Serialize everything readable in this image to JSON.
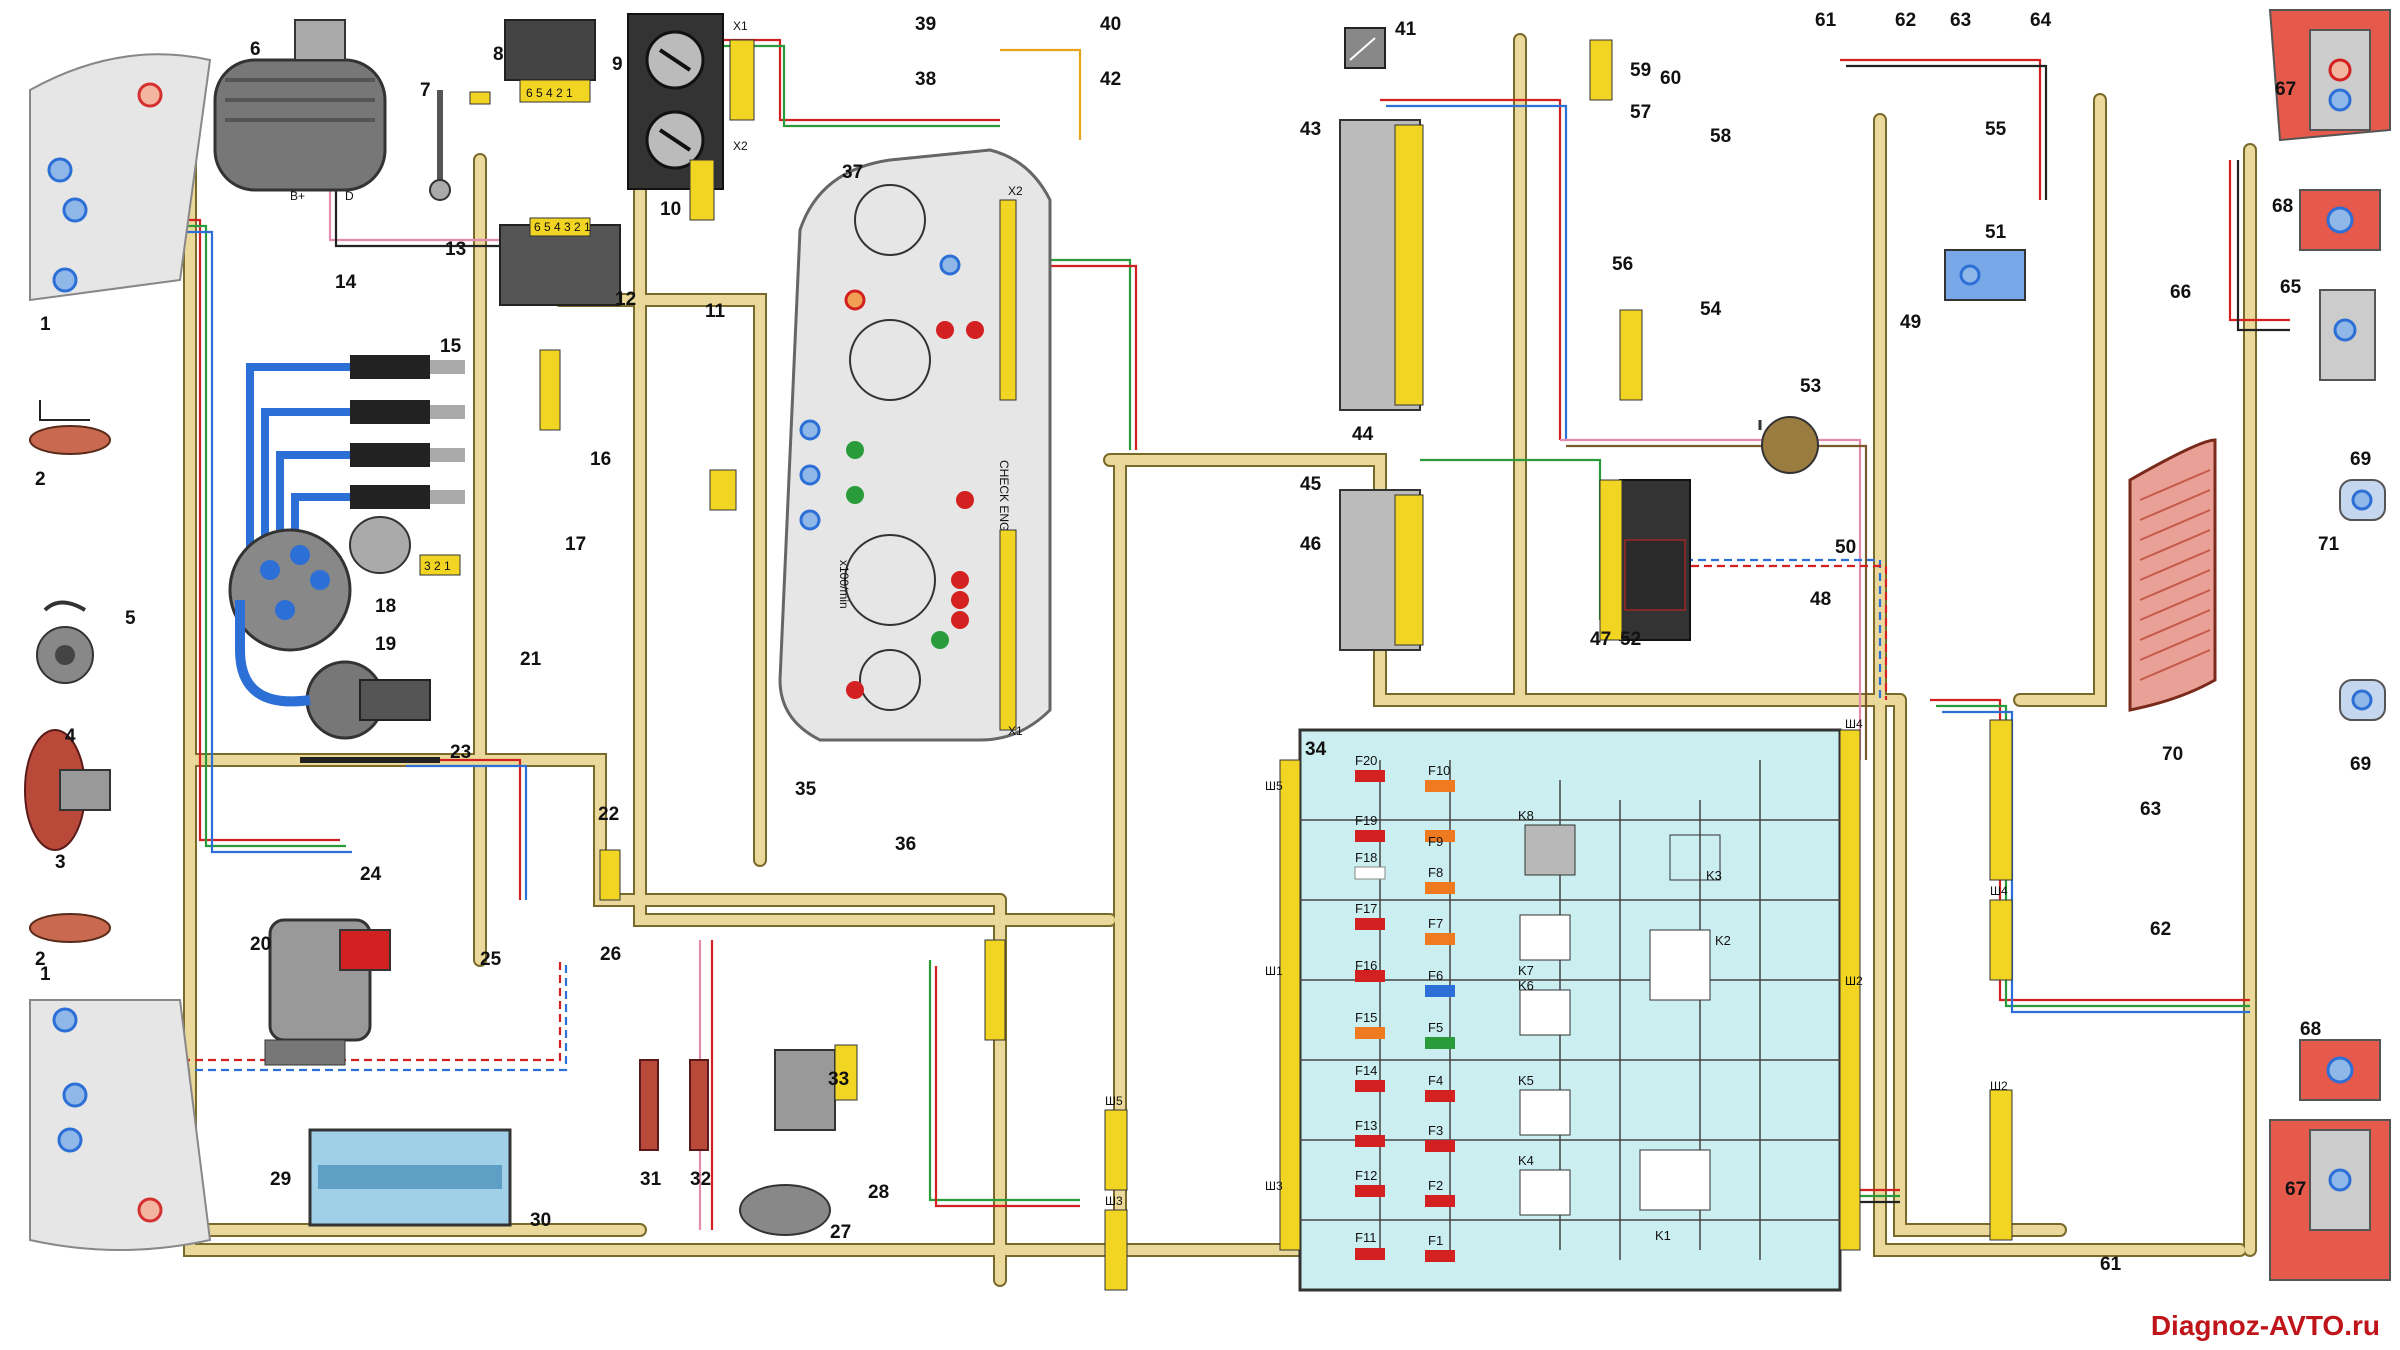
{
  "watermark": "Diagnoz-AVTO.ru",
  "labels": [
    "1",
    "2",
    "3",
    "4",
    "5",
    "6",
    "7",
    "8",
    "9",
    "10",
    "11",
    "12",
    "13",
    "14",
    "15",
    "16",
    "17",
    "18",
    "19",
    "20",
    "21",
    "22",
    "23",
    "24",
    "25",
    "26",
    "27",
    "28",
    "29",
    "30",
    "31",
    "32",
    "33",
    "34",
    "35",
    "36",
    "37",
    "38",
    "39",
    "40",
    "41",
    "42",
    "43",
    "44",
    "45",
    "46",
    "47",
    "48",
    "49",
    "50",
    "51",
    "52",
    "53",
    "54",
    "55",
    "56",
    "57",
    "58",
    "59",
    "60",
    "61",
    "62",
    "63",
    "64",
    "65",
    "66",
    "67",
    "68",
    "69",
    "70",
    "71"
  ],
  "connector_labels": [
    "X1",
    "X2",
    "Ш1",
    "Ш2",
    "Ш3",
    "Ш4",
    "Ш5"
  ],
  "fuse_labels": [
    "F1",
    "F2",
    "F3",
    "F4",
    "F5",
    "F6",
    "F7",
    "F8",
    "F9",
    "F10",
    "F11",
    "F12",
    "F13",
    "F14",
    "F15",
    "F16",
    "F17",
    "F18",
    "F19",
    "F20"
  ],
  "relay_labels": [
    "K1",
    "K2",
    "K3",
    "K4",
    "K5",
    "K6",
    "K7",
    "K8"
  ],
  "instrument_labels": {
    "check_engine": "CHECK ENGINE",
    "tach": "x100/min"
  },
  "colors": {
    "harness": "#e9d48a",
    "fuse_box": "#cbeef0",
    "connector": "#f2d422",
    "lamp": "#8fb7e8",
    "watermark": "#c0141b"
  }
}
